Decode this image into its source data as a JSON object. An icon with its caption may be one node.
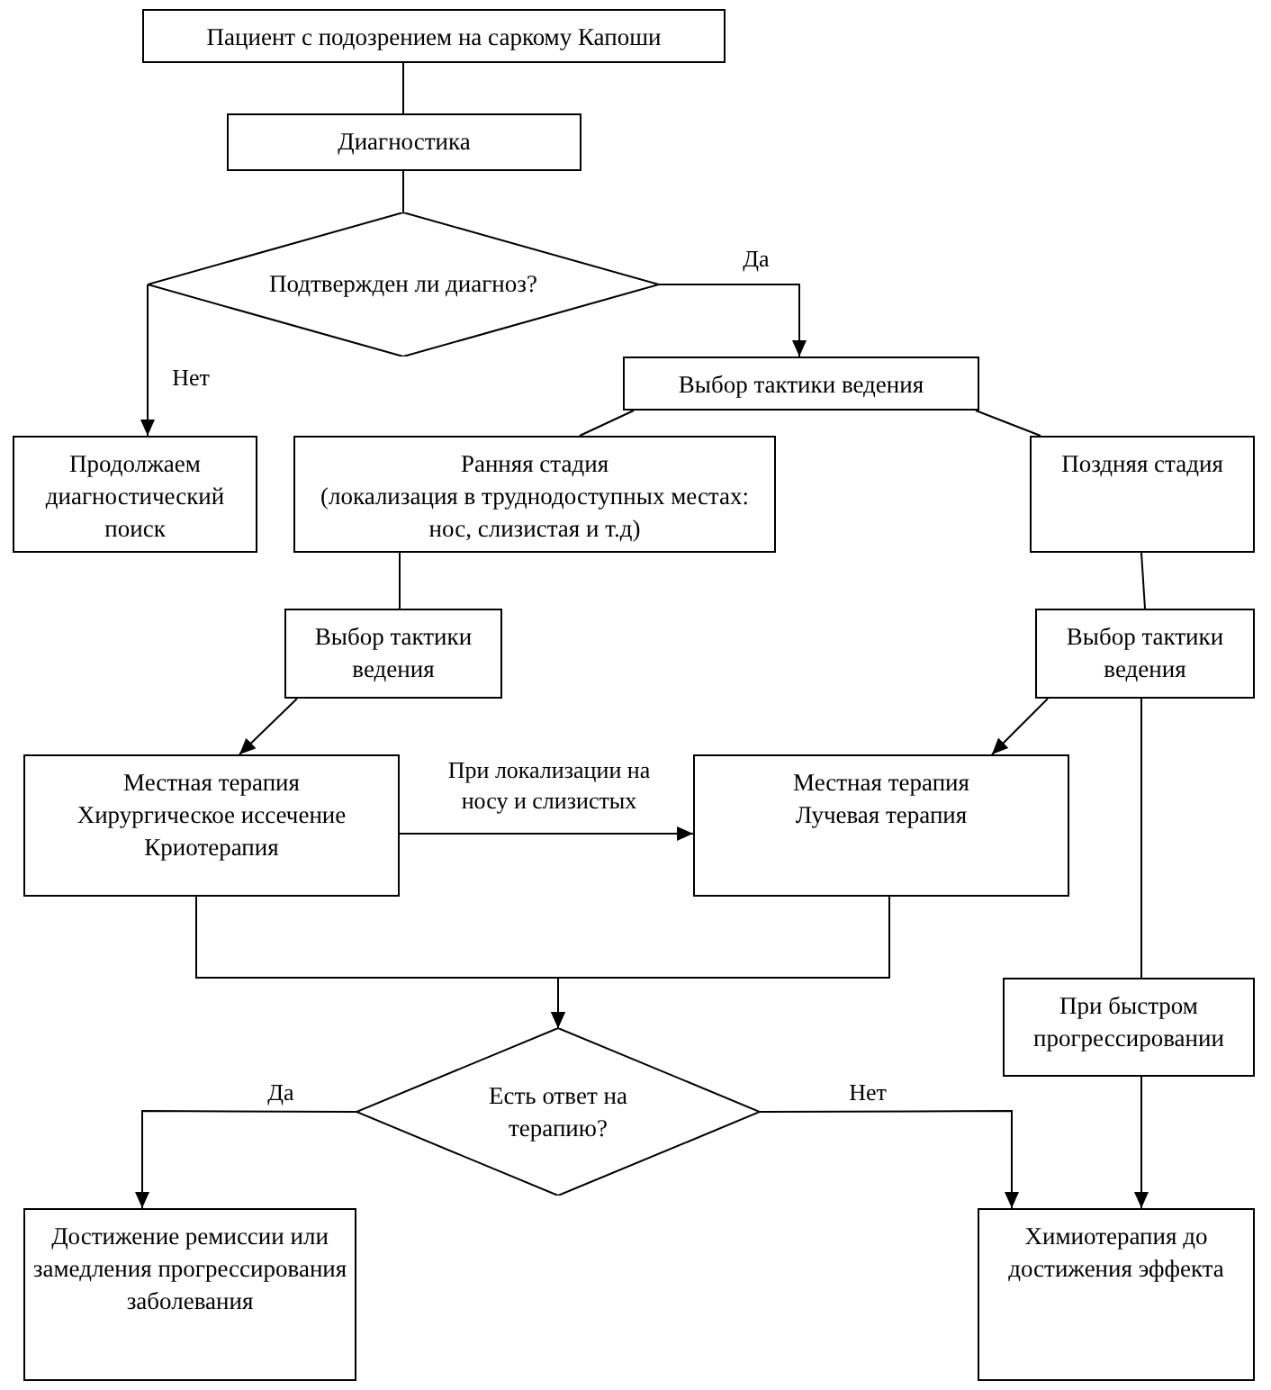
{
  "diagram": {
    "nodes": [
      {
        "text": [
          "Пациент с подозрением на саркому Капоши"
        ]
      },
      {
        "text": [
          "Диагностика"
        ]
      },
      {
        "text": [
          "Подтвержден ли диагноз?"
        ]
      },
      {
        "text": [
          "Выбор тактики ведения"
        ]
      },
      {
        "text": [
          "Продолжаем диагностический поиск"
        ]
      },
      {
        "text": [
          "Ранняя стадия",
          "(локализация в труднодоступных местах: нос, слизистая и т.д)"
        ]
      },
      {
        "text": [
          "Поздняя стадия"
        ]
      },
      {
        "text": [
          "Выбор тактики ведения"
        ]
      },
      {
        "text": [
          "Выбор тактики ведения"
        ]
      },
      {
        "text": [
          "Местная терапия",
          "Хирургическое иссечение",
          "Криотерапия"
        ]
      },
      {
        "text": [
          "Местная терапия",
          "Лучевая терапия"
        ]
      },
      {
        "text": [
          "При быстром прогрессировании"
        ]
      },
      {
        "text": [
          "Есть ответ на терапию?"
        ]
      },
      {
        "text": [
          "Достижение ремиссии или замедления прогрессирования заболевания"
        ]
      },
      {
        "text": [
          "Химиотерапия до достижения эффекта"
        ]
      }
    ],
    "edges": [
      {
        "from": 0,
        "to": 1,
        "arrow": "none"
      },
      {
        "from": 1,
        "to": 2,
        "arrow": "none"
      },
      {
        "from": 2,
        "to": 3,
        "arrow": "to",
        "label": "Да"
      },
      {
        "from": 2,
        "to": 4,
        "arrow": "to",
        "label": "Нет"
      },
      {
        "from": 3,
        "to": 5,
        "arrow": "none"
      },
      {
        "from": 3,
        "to": 6,
        "arrow": "none"
      },
      {
        "from": 5,
        "to": 7,
        "arrow": "none"
      },
      {
        "from": 6,
        "to": 8,
        "arrow": "none"
      },
      {
        "from": 7,
        "to": 9,
        "arrow": "to"
      },
      {
        "from": 8,
        "to": 10,
        "arrow": "to"
      },
      {
        "from": 9,
        "to": 10,
        "arrow": "to",
        "label": "При локализации на носу и слизистых"
      },
      {
        "from": 9,
        "to": 12,
        "arrow": "to"
      },
      {
        "from": 10,
        "to": 12,
        "arrow": "to"
      },
      {
        "from": 8,
        "to": 11,
        "arrow": "none"
      },
      {
        "from": 12,
        "to": 13,
        "arrow": "to",
        "label": "Да"
      },
      {
        "from": 12,
        "to": 14,
        "arrow": "to",
        "label": "Нет"
      },
      {
        "from": 11,
        "to": 14,
        "arrow": "to"
      }
    ]
  }
}
